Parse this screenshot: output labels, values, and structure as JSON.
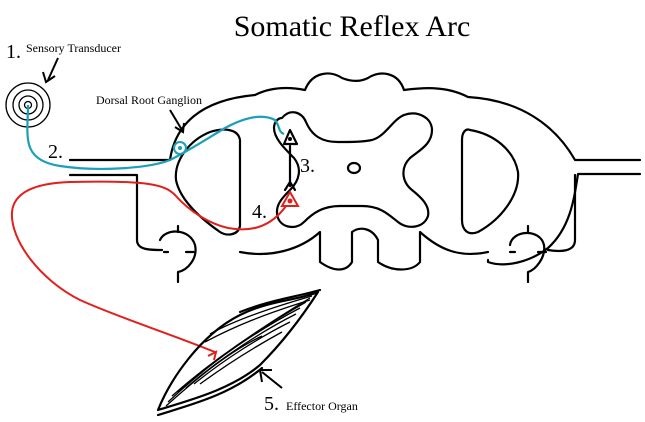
{
  "title": "Somatic Reflex Arc",
  "labels": {
    "sensory_transducer": {
      "number": "1.",
      "text": "Sensory Transducer"
    },
    "dorsal_root_ganglion": {
      "text": "Dorsal Root Ganglion"
    },
    "dorsal_root": {
      "number": "2."
    },
    "interneuron": {
      "number": "3."
    },
    "motor_neuron": {
      "number": "4."
    },
    "effector_organ": {
      "number": "5.",
      "text": "Effector Organ"
    }
  },
  "colors": {
    "sensory_pathway": "#1aa0b8",
    "motor_pathway": "#e0201c",
    "outline": "#000000",
    "background": "#ffffff"
  }
}
